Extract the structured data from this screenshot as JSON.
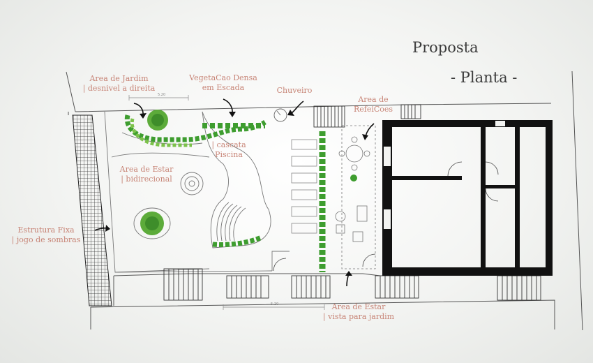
{
  "title": {
    "line1": "Proposta",
    "line2": "- Planta -"
  },
  "labels": {
    "jardim": {
      "line1": "Area de Jardim",
      "line2": "| desnivel a direita"
    },
    "vegetacao": {
      "line1": "VegetaCao Densa",
      "line2": "em Escada"
    },
    "chuveiro": {
      "line1": "Chuveiro"
    },
    "refeicoes": {
      "line1": "Area de",
      "line2": "RefeiCoes"
    },
    "estar_bi": {
      "line1": "Area de Estar",
      "line2": "| bidirecional"
    },
    "piscina": {
      "line1": "| cascata",
      "line2": "Piscina"
    },
    "estrutura": {
      "line1": "Estrutura Fixa",
      "line2": "| jogo de sombras"
    },
    "estar_vista": {
      "line1": "Area de Estar",
      "line2": "| vista para jardim"
    }
  },
  "dimensions": {
    "top": "5.20",
    "bottom": "5.20"
  },
  "colors": {
    "label_text": "#c78476",
    "walls": "#111111",
    "plant_green": "#3e9d2f",
    "plant_light": "#7cc24a",
    "lines": "#555555"
  }
}
